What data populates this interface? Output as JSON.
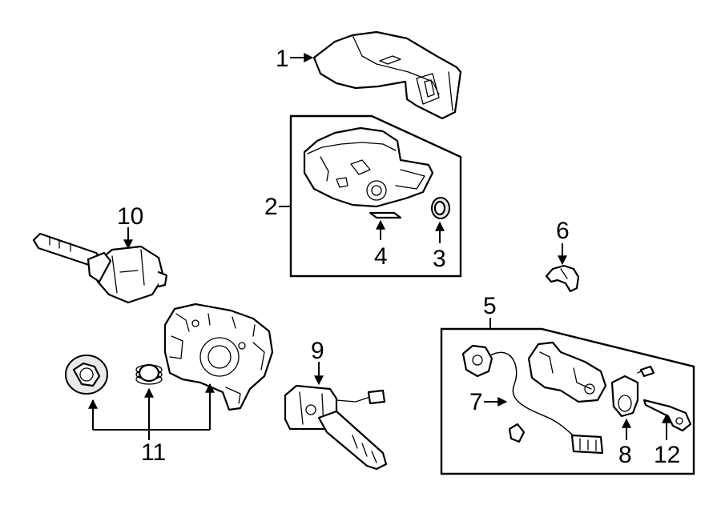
{
  "diagram": {
    "callouts": [
      {
        "id": "c1",
        "label": "1"
      },
      {
        "id": "c2",
        "label": "2"
      },
      {
        "id": "c3",
        "label": "3"
      },
      {
        "id": "c4",
        "label": "4"
      },
      {
        "id": "c5",
        "label": "5"
      },
      {
        "id": "c6",
        "label": "6"
      },
      {
        "id": "c7",
        "label": "7"
      },
      {
        "id": "c8",
        "label": "8"
      },
      {
        "id": "c9",
        "label": "9"
      },
      {
        "id": "c10",
        "label": "10"
      },
      {
        "id": "c11",
        "label": "11"
      },
      {
        "id": "c12",
        "label": "12"
      }
    ],
    "colors": {
      "line": "#000000",
      "background": "#ffffff",
      "shade": "#e9e9e9"
    }
  }
}
